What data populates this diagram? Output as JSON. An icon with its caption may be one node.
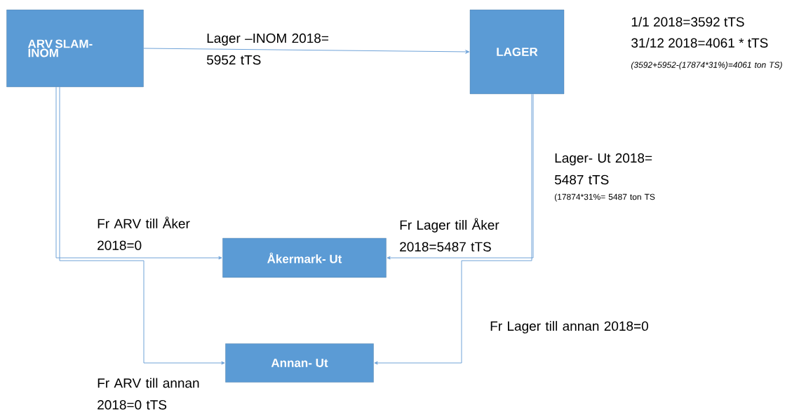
{
  "diagram": {
    "nodes": [
      {
        "text": [
          "ARV SLAM-INOM"
        ]
      },
      {
        "text": [
          "LAGER"
        ],
        "beside": [
          "1/1 2018=3592 tTS",
          "31/12 2018=4061 * tTS",
          "(3592+5952-(17874*31%)=4061 ton TS)"
        ]
      },
      {
        "text": [
          "Åkermark- Ut"
        ]
      },
      {
        "text": [
          "Annan- Ut"
        ]
      }
    ],
    "edges": [
      {
        "from": 0,
        "to": 1,
        "arrow": "to",
        "label": "Lager –INOM 2018= 5952 tTS"
      },
      {
        "from": 0,
        "to": 2,
        "arrow": "to",
        "label": "Fr ARV till Åker 2018=0"
      },
      {
        "from": 1,
        "to": 2,
        "arrow": "to",
        "label": "Fr Lager till Åker 2018=5487 tTS"
      },
      {
        "from": 0,
        "to": 3,
        "arrow": "to",
        "label": "Fr ARV till annan 2018=0  tTS"
      },
      {
        "from": 1,
        "to": 3,
        "arrow": "to",
        "label": "Fr Lager till annan 2018=0"
      }
    ],
    "labels": [
      "Lager- Ut 2018= 5487 tTS",
      "(17874*31%= 5487 ton TS"
    ]
  }
}
